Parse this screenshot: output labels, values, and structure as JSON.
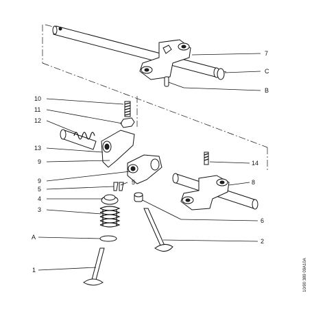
{
  "callouts": [
    {
      "id": "p7",
      "label": "7"
    },
    {
      "id": "pC",
      "label": "C"
    },
    {
      "id": "pB",
      "label": "B"
    },
    {
      "id": "p10",
      "label": "10"
    },
    {
      "id": "p11",
      "label": "11"
    },
    {
      "id": "p12",
      "label": "12"
    },
    {
      "id": "p13",
      "label": "13"
    },
    {
      "id": "p9a",
      "label": "9"
    },
    {
      "id": "p9b",
      "label": "9"
    },
    {
      "id": "p5a",
      "label": "5"
    },
    {
      "id": "p5b",
      "label": "5"
    },
    {
      "id": "p4",
      "label": "4"
    },
    {
      "id": "p3",
      "label": "3"
    },
    {
      "id": "pA",
      "label": "A"
    },
    {
      "id": "p1",
      "label": "1"
    },
    {
      "id": "p14",
      "label": "14"
    },
    {
      "id": "p8",
      "label": "8"
    },
    {
      "id": "p6",
      "label": "6"
    },
    {
      "id": "p2",
      "label": "2"
    }
  ],
  "reference_code": "10/90 389 09A10A",
  "colors": {
    "ink": "#111111",
    "paper": "#ffffff"
  }
}
